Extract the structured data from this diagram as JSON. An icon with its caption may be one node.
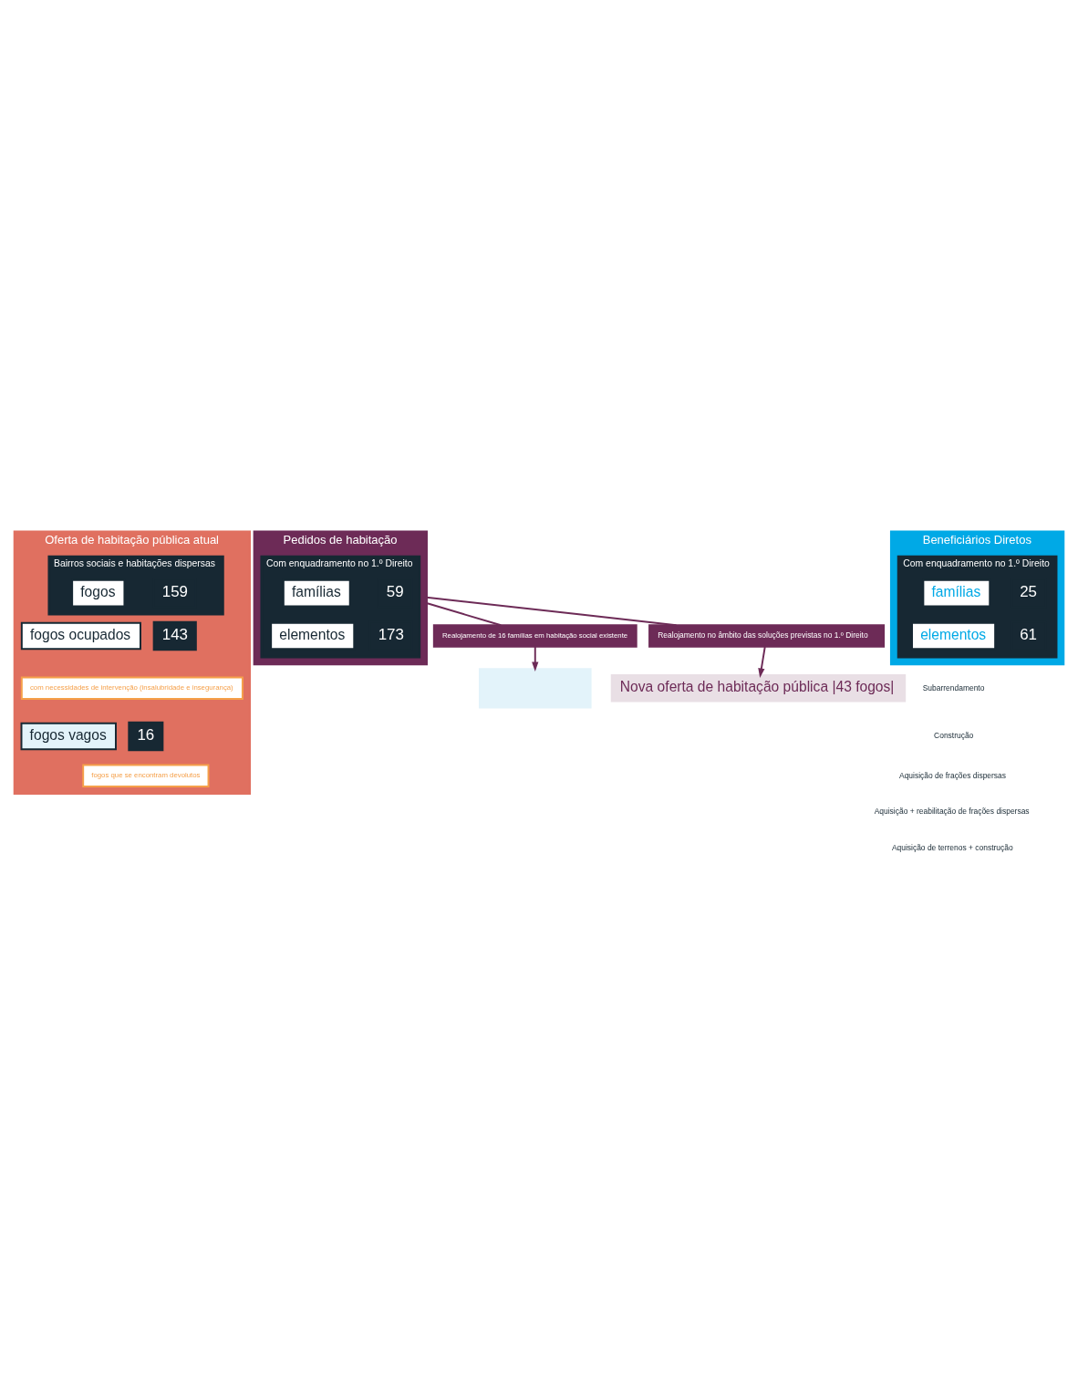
{
  "diagram": {
    "nodes": [
      {
        "text": [
          "Oferta de habitação pública atual"
        ]
      },
      {
        "text": [
          "Bairros sociais e habitações dispersas"
        ],
        "in": 0
      },
      {
        "text": [
          "159"
        ],
        "in": 1
      },
      {
        "text": [
          "fogos"
        ],
        "in": 1
      },
      {
        "text": [
          "143"
        ],
        "in": 0
      },
      {
        "text": [
          "fogos ocupados"
        ],
        "in": 0
      },
      {
        "text": [
          "com necessidades de intervenção (insalubridade e insegurança)"
        ],
        "in": 0
      },
      {
        "text": [
          "16"
        ],
        "in": 0
      },
      {
        "text": [
          "fogos vagos"
        ],
        "in": 0
      },
      {
        "text": [
          "fogos que se encontram devolutos"
        ],
        "in": 0
      },
      {
        "text": [],
        "shape": "box"
      },
      {
        "text": [
          "Pedidos de habitação"
        ]
      },
      {
        "text": [
          "Com enquadramento no 1.º Direito"
        ],
        "in": 11
      },
      {
        "text": [
          "59"
        ],
        "in": 12
      },
      {
        "text": [
          "famílias"
        ],
        "in": 12
      },
      {
        "text": [
          "173"
        ],
        "in": 12
      },
      {
        "text": [
          "elementos"
        ],
        "in": 12
      },
      {
        "text": [
          "Beneficiários Diretos"
        ]
      },
      {
        "text": [
          "Com enquadramento no 1.º Direito"
        ],
        "in": 17
      },
      {
        "text": [
          "25"
        ],
        "in": 18
      },
      {
        "text": [
          "famílias"
        ],
        "in": 18
      },
      {
        "text": [
          "61"
        ],
        "in": 18
      },
      {
        "text": [
          "elementos"
        ],
        "in": 18
      },
      {
        "text": [
          "Realojamento de 16 famílias em habitação social existente"
        ]
      },
      {
        "text": [
          "Realojamento no âmbito das soluções previstas no 1.º Direito"
        ]
      },
      {
        "text": [
          "Nova oferta de habitação pública |43 fogos|"
        ]
      }
    ],
    "edges": [
      {
        "from": 11,
        "to": 23,
        "arrow": "none"
      },
      {
        "from": 23,
        "to": 10,
        "arrow": "to"
      },
      {
        "from": 11,
        "to": 24,
        "arrow": "none"
      },
      {
        "from": 24,
        "to": 25,
        "arrow": "to"
      }
    ],
    "labels": [
      "Subarrendamento",
      "Construção",
      "Aquisição de frações dispersas",
      "Aquisição + reabilitação de frações dispersas",
      "Aquisição de terrenos + construção"
    ]
  }
}
